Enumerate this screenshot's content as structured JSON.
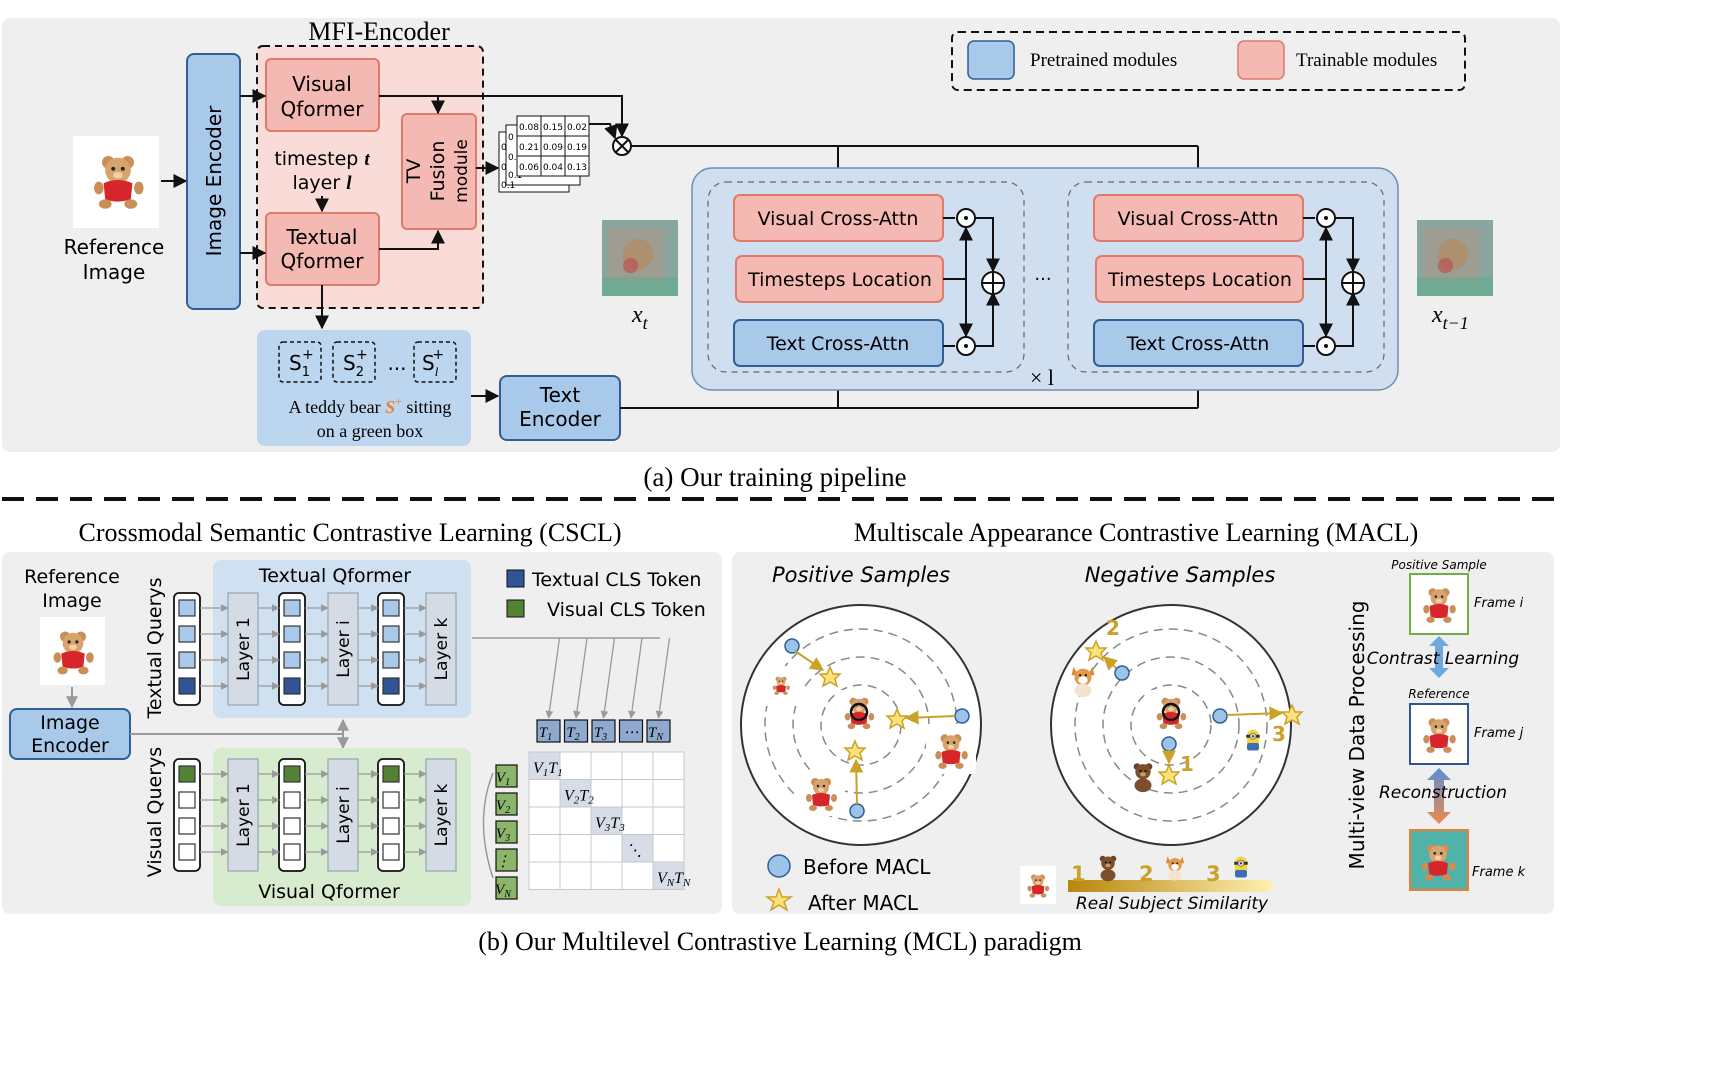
{
  "top": {
    "encoder_title": "MFI-Encoder",
    "legend": {
      "pretrained": "Pretrained modules",
      "trainable": "Trainable modules"
    },
    "reference_label": [
      "Reference",
      "Image"
    ],
    "image_encoder": "Image Encoder",
    "visual_qformer": [
      "Visual",
      "Qformer"
    ],
    "timestep_text": [
      "timestep",
      "t"
    ],
    "layer_text": [
      "layer",
      "l"
    ],
    "textual_qformer": [
      "Textual",
      "Qformer"
    ],
    "tv_fusion": [
      "TV",
      "Fusion",
      "module"
    ],
    "matrix_values": [
      "0.08",
      "0.15",
      "0.02",
      "0.21",
      "0.09",
      "0.19",
      "0.06",
      "0.04",
      "0.13"
    ],
    "matrix_side": [
      "0",
      "0",
      "0",
      "0.",
      "0.1",
      "0.1"
    ],
    "tokens": [
      "S",
      "S",
      "S"
    ],
    "token_subs": [
      "1",
      "2",
      "l"
    ],
    "token_sup": "+",
    "ellipsis": "...",
    "prompt_parts": [
      "A teddy bear",
      "S",
      "+",
      "sitting"
    ],
    "prompt_line2": "on a green box",
    "text_encoder": [
      "Text",
      "Encoder"
    ],
    "unet_block": {
      "visual_cross_attn": "Visual Cross-Attn",
      "timesteps_location": "Timesteps Location",
      "text_cross_attn": "Text Cross-Attn"
    },
    "unet_repeat": "× l",
    "xt": [
      "x",
      "t"
    ],
    "xt1": [
      "x",
      "t−1"
    ],
    "caption": "(a) Our training pipeline"
  },
  "cscl": {
    "title": "Crossmodal Semantic Contrastive Learning (CSCL)",
    "reference_label": [
      "Reference",
      "Image"
    ],
    "image_encoder": [
      "Image",
      "Encoder"
    ],
    "textual_querys": "Textual Querys",
    "visual_querys": "Visual Querys",
    "textual_qformer": "Textual Qformer",
    "visual_qformer": "Visual Qformer",
    "layers": [
      "Layer 1",
      "Layer i",
      "Layer k"
    ],
    "legend_textual": "Textual CLS Token",
    "legend_visual": "Visual CLS Token",
    "t_tokens": [
      "T",
      "T",
      "T",
      "⋯",
      "T"
    ],
    "t_subs": [
      "1",
      "2",
      "3",
      "",
      "N"
    ],
    "v_tokens": [
      "V",
      "V",
      "V",
      "⋮",
      "V"
    ],
    "v_subs": [
      "1",
      "2",
      "3",
      "",
      "N"
    ],
    "diag": [
      {
        "a": "V",
        "as": "1",
        "b": "T",
        "bs": "1"
      },
      {
        "a": "V",
        "as": "2",
        "b": "T",
        "bs": "2"
      },
      {
        "a": "V",
        "as": "3",
        "b": "T",
        "bs": "3"
      },
      {
        "a": "⋱",
        "as": "",
        "b": "",
        "bs": ""
      },
      {
        "a": "V",
        "as": "N",
        "b": "T",
        "bs": "N"
      }
    ]
  },
  "macl": {
    "title": "Multiscale Appearance Contrastive Learning (MACL)",
    "positive": "Positive Samples",
    "negative": "Negative Samples",
    "before": "Before MACL",
    "after": "After MACL",
    "similarity_label": "Real Subject Similarity",
    "ranks": [
      "1",
      "2",
      "3"
    ],
    "multiview_label": "Multi-view Data Processing",
    "positive_sample": "Positive Sample",
    "frame_i": "Frame i",
    "contrast_learning": "Contrast Learning",
    "reference": "Reference",
    "frame_j": "Frame j",
    "reconstruction": "Reconstruction",
    "frame_k": "Frame k"
  },
  "bottom_caption": "(b) Our Multilevel Contrastive Learning (MCL) paradigm",
  "colors": {
    "pretrained_fill": "#a9c9ea",
    "pretrained_stroke": "#2f5f95",
    "trainable_fill": "#f4b9b2",
    "trainable_stroke": "#e07a6b",
    "panel_bg": "#efefef",
    "unet_bg": "#cfdff0",
    "cscl_textual_bg": "#cfe0f1",
    "cscl_visual_bg": "#d7ebcf",
    "textual_token": "#2f5597",
    "visual_token": "#548235",
    "star": "#f2b705",
    "arrow_gold": "#c9a227",
    "dot_blue": "#9cc3e9"
  }
}
